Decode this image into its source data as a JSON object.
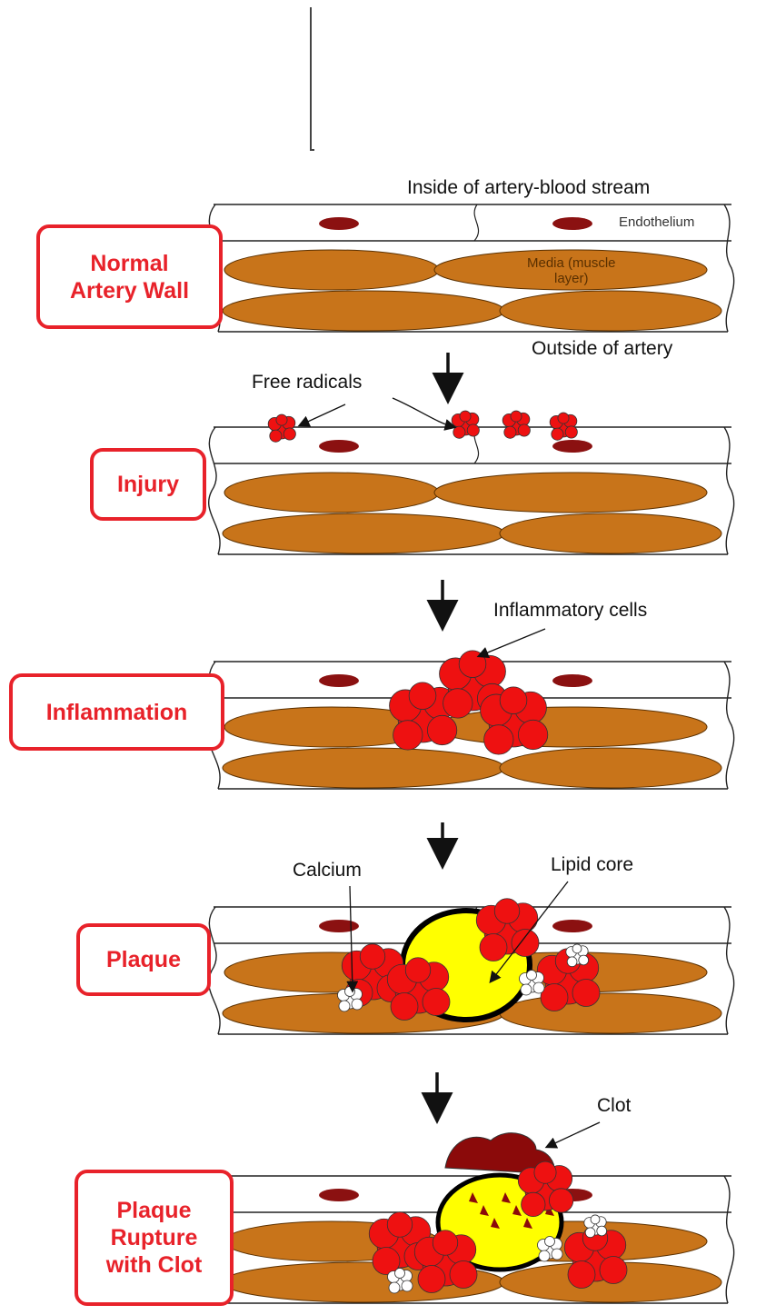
{
  "stages": [
    {
      "label": "Normal\nArtery Wall"
    },
    {
      "label": "Injury"
    },
    {
      "label": "Inflammation"
    },
    {
      "label": "Plaque"
    },
    {
      "label": "Plaque\nRupture\nwith Clot"
    }
  ],
  "annotations": {
    "inside": "Inside of artery-blood stream",
    "endothelium": "Endothelium",
    "media": "Media (muscle\nlayer)",
    "outside": "Outside of artery",
    "free_radicals": "Free radicals",
    "inflammatory_cells": "Inflammatory cells",
    "calcium": "Calcium",
    "lipid_core": "Lipid core",
    "clot": "Clot"
  },
  "colors": {
    "muscle": "#c8741a",
    "endothelial_nucleus": "#8b1111",
    "inflammatory": "#ee1111",
    "lipid": "#ffff00",
    "calcium": "#ffffff",
    "clot": "#8b0a0a",
    "label_red": "#e8222a"
  }
}
